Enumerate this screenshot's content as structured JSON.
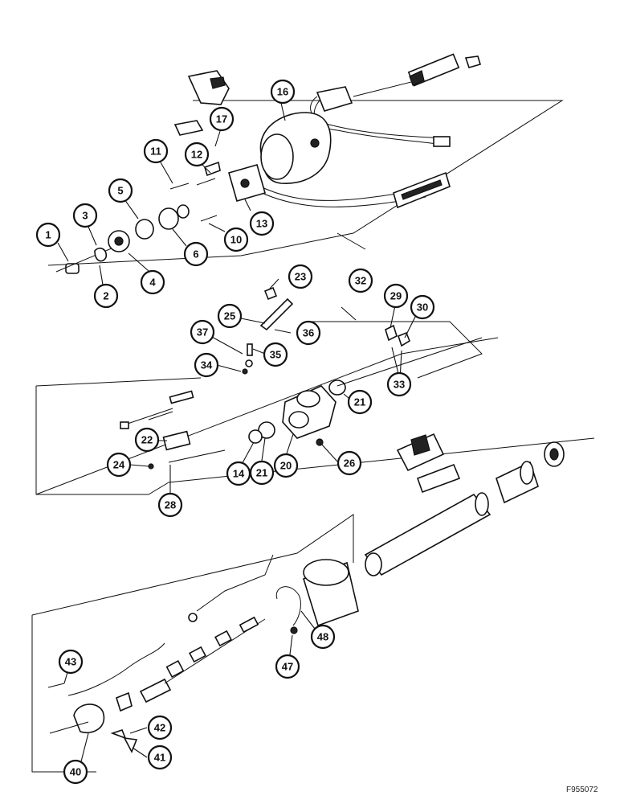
{
  "figure_code": "F955072",
  "callouts": {
    "c1": "1",
    "c2": "2",
    "c3": "3",
    "c4": "4",
    "c5": "5",
    "c6": "6",
    "c10": "10",
    "c11": "11",
    "c12": "12",
    "c13": "13",
    "c14": "14",
    "c16": "16",
    "c17": "17",
    "c20": "20",
    "c21a": "21",
    "c21b": "21",
    "c22": "22",
    "c23": "23",
    "c24": "24",
    "c25": "25",
    "c26": "26",
    "c28": "28",
    "c29": "29",
    "c30": "30",
    "c32": "32",
    "c33": "33",
    "c34": "34",
    "c35": "35",
    "c36": "36",
    "c37": "37",
    "c40": "40",
    "c41": "41",
    "c42": "42",
    "c43": "43",
    "c47": "47",
    "c48": "48"
  }
}
